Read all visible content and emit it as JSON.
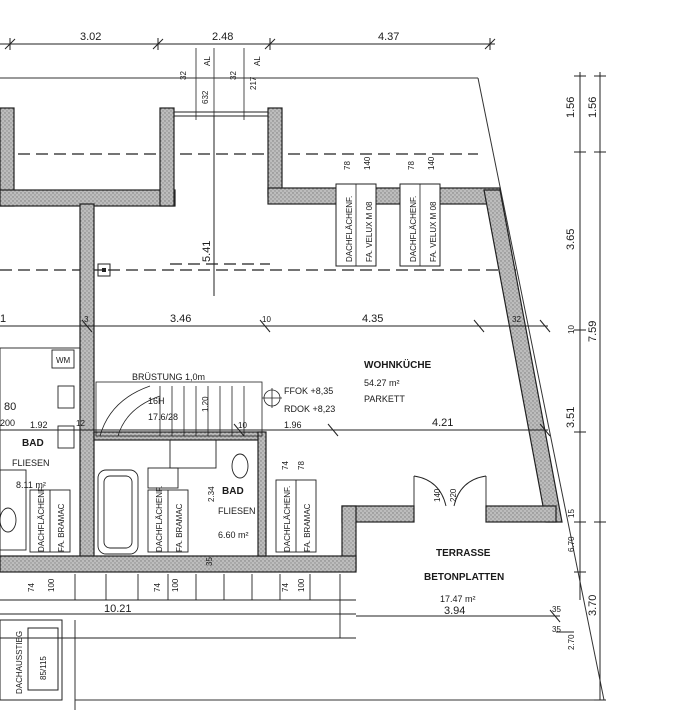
{
  "top_dims": {
    "d1": "3.02",
    "d2": "2.48",
    "d3": "4.37"
  },
  "chimney": {
    "al1": "AL",
    "al2": "AL",
    "v32a": "32",
    "v632": "632",
    "v32b": "32",
    "v217": "217"
  },
  "right_dims": {
    "r156a": "1.56",
    "r156b": "1.56",
    "r365": "3.65",
    "r759": "7.59",
    "r10": "10",
    "r351": "3.51",
    "r370": "3.70",
    "r670": "6.70",
    "r15": "15"
  },
  "roof_windows": [
    {
      "label": "DACHFLÄCHENF.",
      "sub": "FA. VELUX M 08",
      "w": "78",
      "h": "140"
    },
    {
      "label": "DACHFLÄCHENF.",
      "sub": "FA. VELUX M 08",
      "w": "78",
      "h": "140"
    }
  ],
  "mid_dims": {
    "d1": "1",
    "d3": "3",
    "d346": "3.46",
    "d10a": "10",
    "d435": "4.35",
    "d32": "32",
    "d541": "5.41"
  },
  "wohnkueche": {
    "name": "WOHNKÜCHE",
    "area": "54.27 m²",
    "floor": "PARKETT"
  },
  "stair": {
    "brustung": "BRÜSTUNG 1,0m",
    "steps": "16H",
    "ratio": "17.6/28",
    "ffok": "FFOK +8,35",
    "rdok": "RDOK +8,23",
    "d196": "1.96",
    "d10": "10",
    "d421": "4.21",
    "d120": "1.20"
  },
  "bad_left": {
    "wm": "WM",
    "d80": "80",
    "d200": "200",
    "d192": "1.92",
    "d12": "12",
    "name": "BAD",
    "floor": "FLIESEN",
    "area": "8.11 m²"
  },
  "bad_right": {
    "name": "BAD",
    "floor": "FLIESEN",
    "area": "6.60 m²",
    "d234": "2.34",
    "d74": "74",
    "d78": "78"
  },
  "dach_windows_lower": [
    {
      "label": "DACHFLÄCHENF.",
      "sub": "FA. BRAMAC"
    },
    {
      "label": "DACHFLÄCHENF.",
      "sub": "FA. BRAMAC"
    },
    {
      "label": "DACHFLÄCHENF.",
      "sub": "FA. BRAMAC"
    }
  ],
  "lower_dims": {
    "v74a": "74",
    "v100a": "100",
    "v74b": "74",
    "v100b": "100",
    "v74c": "74",
    "v100c": "100",
    "v35": "35",
    "d1021": "10.21"
  },
  "terrace_door": {
    "w": "140",
    "h": "220"
  },
  "terrasse": {
    "name": "TERRASSE",
    "floor": "BETONPLATTEN",
    "area": "17.47 m²",
    "d394": "3.94",
    "d35a": "35",
    "d35b": "35",
    "d270": "2.70"
  },
  "dachaussteig": {
    "label": "DACHAUSSTIEG",
    "size": "85/115"
  }
}
